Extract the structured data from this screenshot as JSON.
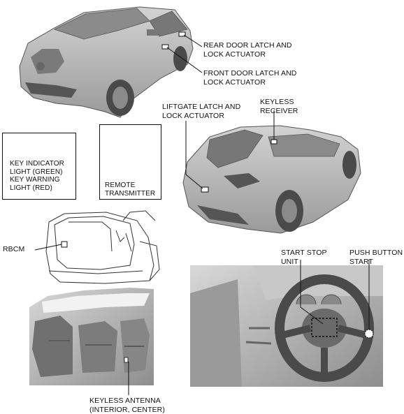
{
  "labels": {
    "rear_door": "REAR DOOR LATCH AND\nLOCK ACTUATOR",
    "front_door": "FRONT DOOR LATCH AND\nLOCK ACTUATOR",
    "liftgate": "LIFTGATE LATCH AND\nLOCK ACTUATOR",
    "keyless_receiver": "KEYLESS\nRECEIVER",
    "key_indicator": "KEY INDICATOR\nLIGHT (GREEN)\nKEY WARNING\nLIGHT (RED)",
    "remote_transmitter": "REMOTE\nTRANSMITTER",
    "rbcm": "RBCM",
    "start_stop_unit": "START STOP\nUNIT",
    "push_button_start": "PUSH BUTTON\nSTART",
    "keyless_antenna": "KEYLESS ANTENNA\n(INTERIOR, CENTER)"
  },
  "icons": {
    "key_indicator": "key-icon",
    "remote": "remote-transmitter-icon"
  },
  "colors": {
    "photo_gray": "#b9b9b9",
    "photo_dark": "#6e6e6e",
    "line": "#111111"
  }
}
